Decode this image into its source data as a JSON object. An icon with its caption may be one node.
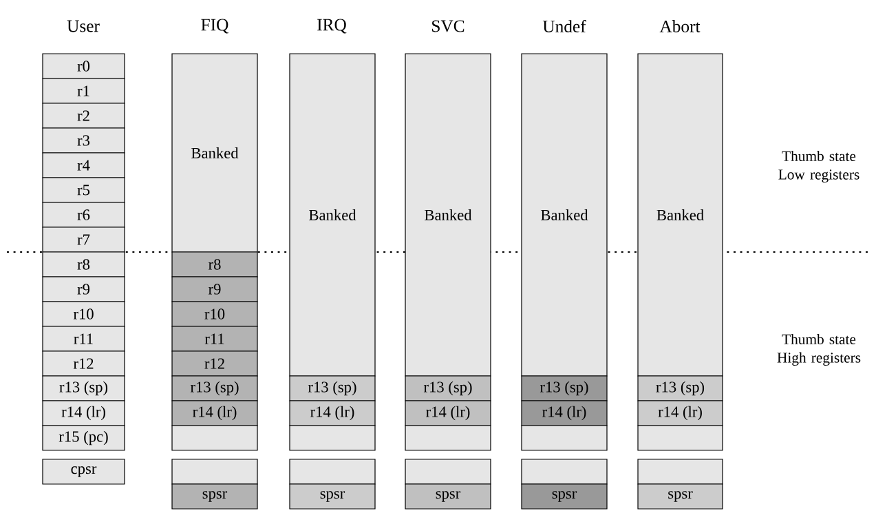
{
  "diagram": {
    "nodes": [
      {
        "text": [
          "r0"
        ]
      },
      {
        "text": [
          "r1"
        ]
      },
      {
        "text": [
          "r2"
        ]
      },
      {
        "text": [
          "r3"
        ]
      },
      {
        "text": [
          "r4"
        ]
      },
      {
        "text": [
          "r5"
        ]
      },
      {
        "text": [
          "r6"
        ]
      },
      {
        "text": [
          "r7"
        ]
      },
      {
        "text": [
          "r8"
        ]
      },
      {
        "text": [
          "r9"
        ]
      },
      {
        "text": [
          "r10"
        ]
      },
      {
        "text": [
          "r11"
        ]
      },
      {
        "text": [
          "r12"
        ]
      },
      {
        "text": [
          "r13 (sp)"
        ]
      },
      {
        "text": [
          "r14 (lr)"
        ]
      },
      {
        "text": [
          "r15 (pc)"
        ]
      },
      {
        "text": [
          "cpsr"
        ]
      },
      {
        "text": [
          "Banked"
        ]
      },
      {
        "text": [
          "r8"
        ]
      },
      {
        "text": [
          "r9"
        ]
      },
      {
        "text": [
          "r10"
        ]
      },
      {
        "text": [
          "r11"
        ]
      },
      {
        "text": [
          "r12"
        ]
      },
      {
        "text": [
          "r13 (sp)"
        ]
      },
      {
        "text": [
          "r14 (lr)"
        ]
      },
      {
        "text": [],
        "shape": "box"
      },
      {
        "text": [],
        "shape": "box"
      },
      {
        "text": [
          "spsr"
        ]
      },
      {
        "text": [
          "Banked"
        ]
      },
      {
        "text": [
          "r13 (sp)"
        ]
      },
      {
        "text": [
          "r14 (lr)"
        ]
      },
      {
        "text": [],
        "shape": "box"
      },
      {
        "text": [],
        "shape": "box"
      },
      {
        "text": [
          "spsr"
        ]
      },
      {
        "text": [
          "Banked"
        ]
      },
      {
        "text": [
          "r13 (sp)"
        ]
      },
      {
        "text": [
          "r14 (lr)"
        ]
      },
      {
        "text": [],
        "shape": "box"
      },
      {
        "text": [],
        "shape": "box"
      },
      {
        "text": [
          "spsr"
        ]
      },
      {
        "text": [
          "Banked"
        ]
      },
      {
        "text": [
          "r13 (sp)"
        ]
      },
      {
        "text": [
          "r14 (lr)"
        ]
      },
      {
        "text": [],
        "shape": "box"
      },
      {
        "text": [],
        "shape": "box"
      },
      {
        "text": [
          "spsr"
        ]
      },
      {
        "text": [
          "Banked"
        ]
      },
      {
        "text": [
          "r13 (sp)"
        ]
      },
      {
        "text": [
          "r14 (lr)"
        ]
      },
      {
        "text": [],
        "shape": "box"
      },
      {
        "text": [],
        "shape": "box"
      },
      {
        "text": [
          "spsr"
        ]
      }
    ],
    "labels": [
      "User",
      "FIQ",
      "IRQ",
      "SVC",
      "Undef",
      "Abort",
      "Thumb state Low registers",
      "Thumb state High registers"
    ]
  }
}
